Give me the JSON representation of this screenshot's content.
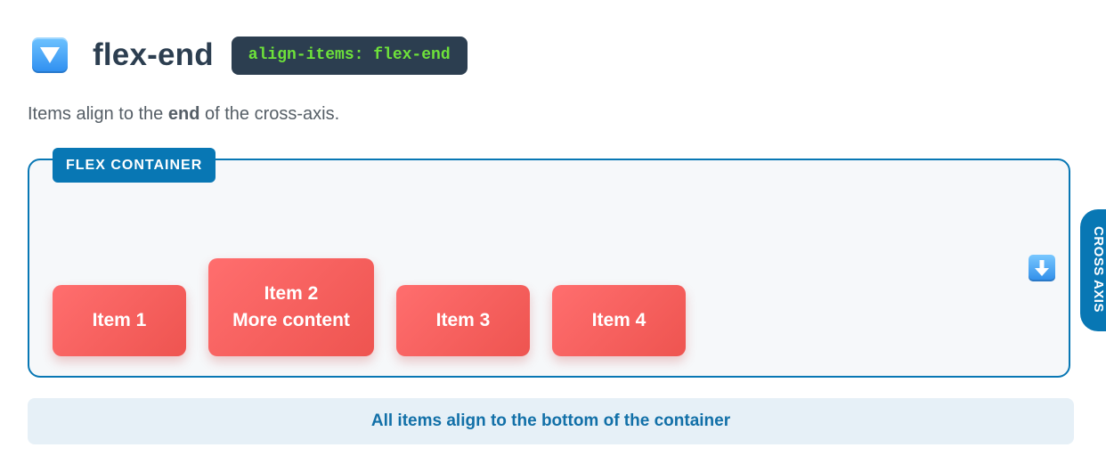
{
  "header": {
    "icon": "down-triangle-button-icon",
    "title": "flex-end",
    "code": "align-items: flex-end"
  },
  "description": {
    "before": "Items align to the ",
    "bold": "end",
    "after": " of the cross-axis."
  },
  "container": {
    "label": "FLEX CONTAINER",
    "items": [
      {
        "lines": [
          "Item 1"
        ]
      },
      {
        "lines": [
          "Item 2",
          "More content"
        ]
      },
      {
        "lines": [
          "Item 3"
        ]
      },
      {
        "lines": [
          "Item 4"
        ]
      }
    ],
    "arrow_icon": "down-arrow-icon",
    "axis_label": "CROSS AXIS"
  },
  "note": "All items align to the bottom of the container",
  "colors": {
    "accent": "#0877b4",
    "item_gradient_start": "#ff6e6e",
    "item_gradient_end": "#ee5450",
    "code_text": "#6ee23a",
    "code_bg": "#2c3e50",
    "title": "#2c3e50"
  }
}
